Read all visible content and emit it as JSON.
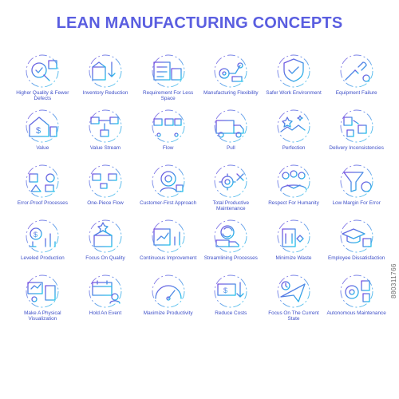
{
  "title": "LEAN MANUFACTURING CONCEPTS",
  "watermark": "880311766",
  "colors": {
    "gradient_start": "#7a4fe0",
    "gradient_end": "#1ec3ea",
    "title": "#5a5ee0",
    "label": "#3f50c8"
  },
  "icons": [
    {
      "label": "Higher Quality & Fewer Defects",
      "icon": "magnifier-check-icon"
    },
    {
      "label": "Inventory Reduction",
      "icon": "warehouse-down-arrow-icon"
    },
    {
      "label": "Requirement For Less Space",
      "icon": "building-blueprint-icon"
    },
    {
      "label": "Manufacturing Flexibility",
      "icon": "robot-arm-gears-icon"
    },
    {
      "label": "Safer Work Environment",
      "icon": "shield-check-icon"
    },
    {
      "label": "Equipment Failure",
      "icon": "broken-wrench-icon"
    },
    {
      "label": "Value",
      "icon": "house-dollar-icon"
    },
    {
      "label": "Value Stream",
      "icon": "flowchart-arrows-icon"
    },
    {
      "label": "Flow",
      "icon": "conveyor-flow-icon"
    },
    {
      "label": "Pull",
      "icon": "delivery-truck-icon"
    },
    {
      "label": "Perfection",
      "icon": "handshake-stars-icon"
    },
    {
      "label": "Delivery Inconsistencies",
      "icon": "boxes-scatter-icon"
    },
    {
      "label": "Error-Proof Processes",
      "icon": "shapes-puzzle-icon"
    },
    {
      "label": "One-Piece Flow",
      "icon": "single-item-conveyor-icon"
    },
    {
      "label": "Customer-First Approach",
      "icon": "target-customer-icon"
    },
    {
      "label": "Total Productive Maintenance",
      "icon": "gear-tools-icon"
    },
    {
      "label": "Respect For Humanity",
      "icon": "team-handshake-icon"
    },
    {
      "label": "Low Margin For Error",
      "icon": "funnel-warning-icon"
    },
    {
      "label": "Leveled Production",
      "icon": "coins-balance-icon"
    },
    {
      "label": "Focus On Quality",
      "icon": "box-star-icon"
    },
    {
      "label": "Continuous Improvement",
      "icon": "chart-growth-icon"
    },
    {
      "label": "Streamlining Processes",
      "icon": "cycle-truck-icon"
    },
    {
      "label": "Minimize Waste",
      "icon": "recycle-bin-icon"
    },
    {
      "label": "Employee Dissatisfaction",
      "icon": "graduation-cap-sad-icon"
    },
    {
      "label": "Make A Physical Visualization",
      "icon": "visual-board-icon"
    },
    {
      "label": "Hold An Event",
      "icon": "calendar-presentation-icon"
    },
    {
      "label": "Maximize Productivity",
      "icon": "speedometer-chart-icon"
    },
    {
      "label": "Reduce Costs",
      "icon": "money-arrow-down-icon"
    },
    {
      "label": "Focus On The Current State",
      "icon": "plane-compass-icon"
    },
    {
      "label": "Autonomous Maintenance",
      "icon": "gear-robot-icon"
    }
  ]
}
